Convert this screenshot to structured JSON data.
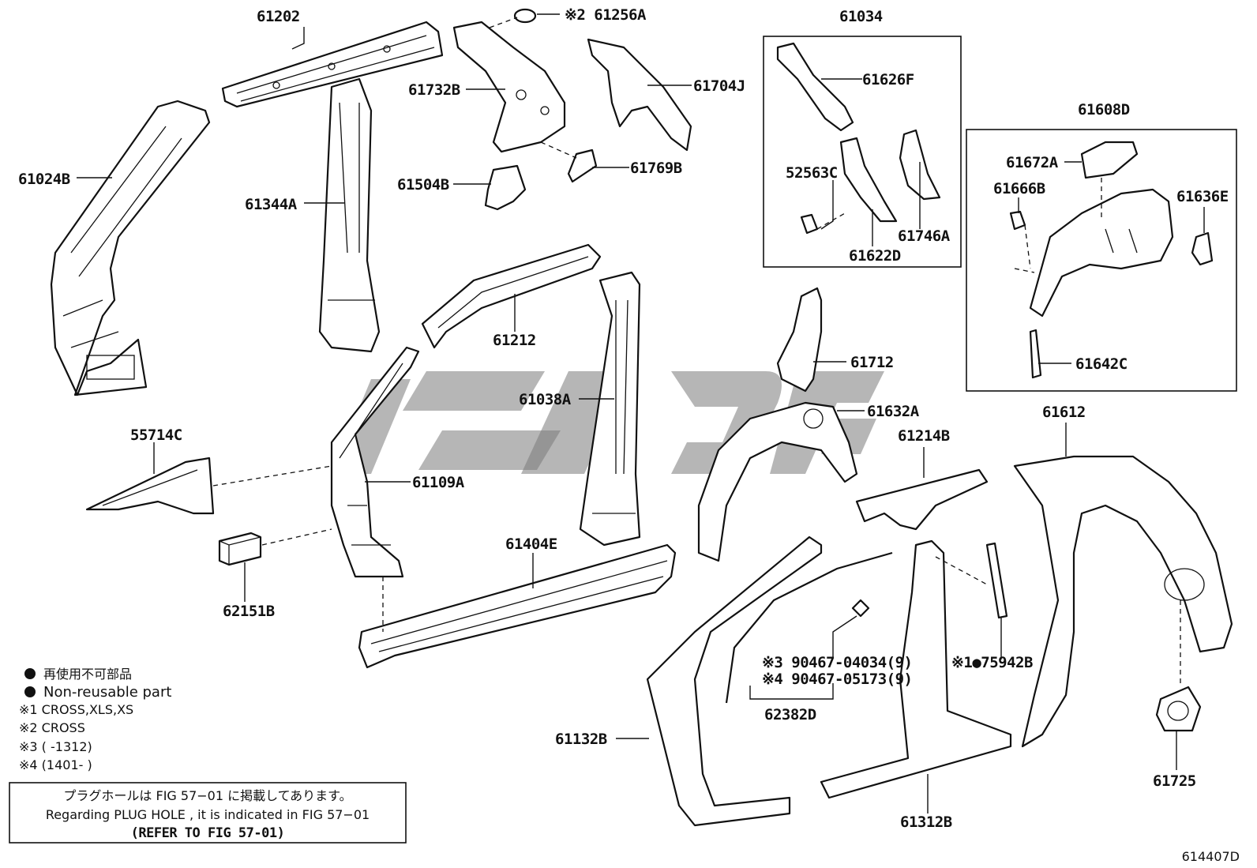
{
  "parts": {
    "p61202": "61202",
    "p61256A": "※2 61256A",
    "p61034": "61034",
    "p61732B": "61732B",
    "p61704J": "61704J",
    "p61626F": "61626F",
    "p61024B": "61024B",
    "p61344A": "61344A",
    "p61504B": "61504B",
    "p61769B": "61769B",
    "p52563C": "52563C",
    "p61746A": "61746A",
    "p61622D": "61622D",
    "p61608D": "61608D",
    "p61672A": "61672A",
    "p61666B": "61666B",
    "p61636E": "61636E",
    "p61642C": "61642C",
    "p61212": "61212",
    "p61712": "61712",
    "p61038A": "61038A",
    "p61632A": "61632A",
    "p55714C": "55714C",
    "p61109A": "61109A",
    "p61214B": "61214B",
    "p61612": "61612",
    "p61404E": "61404E",
    "p62151B": "62151B",
    "p90467a": "※3 90467-04034(9)",
    "p90467b": "※4 90467-05173(9)",
    "p75942B": "※1●75942B",
    "p62382D": "62382D",
    "p61132B": "61132B",
    "p61312B": "61312B",
    "p61725": "61725"
  },
  "legend": {
    "jp": "再使用不可部品",
    "en": "Non-reusable part",
    "n1": "※1 CROSS,XLS,XS",
    "n2": "※2 CROSS",
    "n3": "※3 (      -1312)",
    "n4": "※4 (1401-      )"
  },
  "notice": {
    "line1": "プラグホールは FIG 57−01 に掲載してあります。",
    "line2": "Regarding PLUG HOLE , it is indicated in FIG 57−01",
    "line3": "(REFER TO FIG 57-01)"
  },
  "figure_id": "614407D"
}
